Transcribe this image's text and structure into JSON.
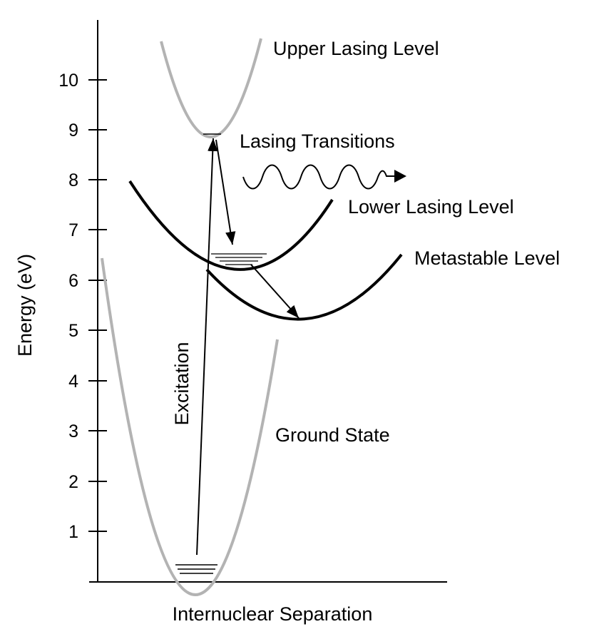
{
  "diagram": {
    "y_axis": {
      "label": "Energy (eV)",
      "ticks": [
        "1",
        "2",
        "3",
        "4",
        "5",
        "6",
        "7",
        "8",
        "9",
        "10"
      ]
    },
    "x_axis": {
      "label": "Internuclear Separation"
    },
    "curves": {
      "upper": "Upper Lasing Level",
      "lower": "Lower Lasing Level",
      "metastable": "Metastable Level",
      "ground": "Ground State"
    },
    "annotations": {
      "lasing_transitions": "Lasing Transitions",
      "excitation": "Excitation"
    },
    "colors": {
      "ground_and_upper_curves": "#b3b3b3",
      "lower_and_metastable_curves": "#000000",
      "arrows_and_text": "#000000"
    }
  }
}
